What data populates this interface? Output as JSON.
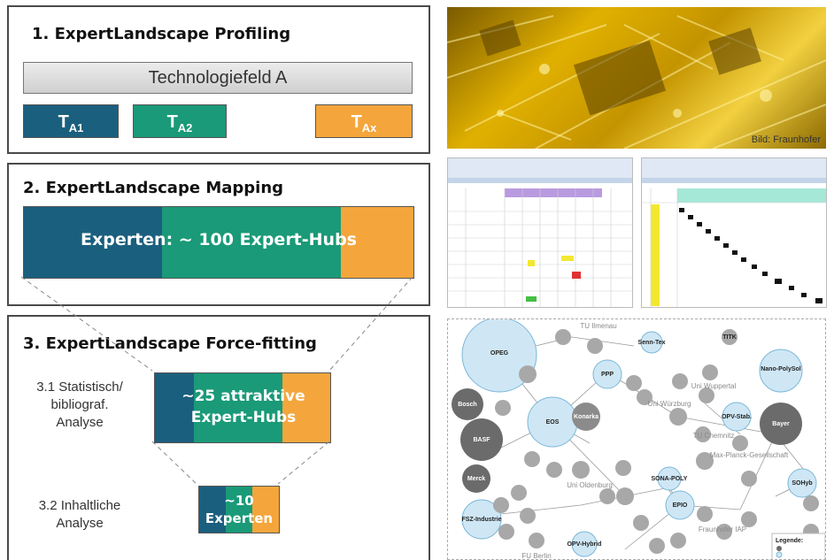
{
  "step1": {
    "title": "1. ExpertLandscape Profiling",
    "techfield": "Technologiefeld A",
    "boxes": [
      {
        "main": "T",
        "sub": "A1"
      },
      {
        "main": "T",
        "sub": "A2"
      },
      {
        "main": "T",
        "sub": "Ax"
      }
    ]
  },
  "step2": {
    "title": "2. ExpertLandscape Mapping",
    "bar_label": "Experten: ~ 100 Expert-Hubs"
  },
  "step3": {
    "title": "3. ExpertLandscape Force-fitting",
    "sub1_label": "3.1 Statistisch/\nbibliograf.\nAnalyse",
    "sub1_bar": "~25 attraktive Expert-Hubs",
    "sub2_label": "3.2 Inhaltliche\nAnalyse",
    "sub2_bar": "~10 Experten"
  },
  "photo_credit": "Bild: Fraunhofer",
  "network": {
    "nodes": [
      "OPEG",
      "EOS",
      "PPP",
      "Konarka",
      "Nano-PolySol",
      "Bayer",
      "SOHyb",
      "OPV-Stab.",
      "FSZ-Industrie",
      "BASF",
      "Bosch",
      "SONA-POLY",
      "EPIO",
      "OPV-Hybrid",
      "Senn-Tex",
      "Merck",
      "TITK"
    ],
    "cluster_labels": [
      "TU Ilmenau",
      "Uni Wuppertal",
      "Uni Würzburg",
      "TU Chemnitz",
      "Max-Planck-Gesellschaft",
      "Uni Oldenburg",
      "Fraunhofer IAP",
      "FU Berlin"
    ],
    "legend_title": "Legende:"
  },
  "colors": {
    "blue": "#1b5f7e",
    "green": "#1a9a78",
    "orange": "#f4a63c",
    "node_light": "#cfe7f5",
    "node_dark": "#6b6b6b",
    "node_mid": "#a8a8a8"
  }
}
